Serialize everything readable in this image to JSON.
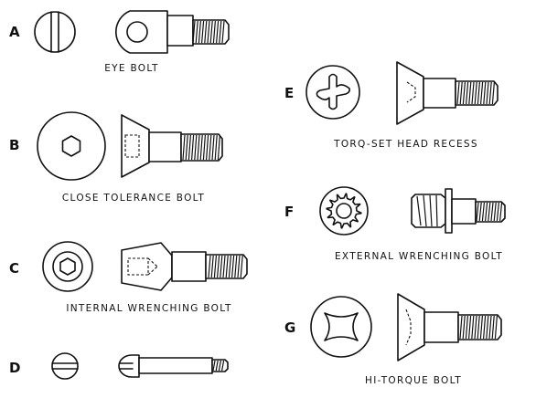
{
  "items": [
    {
      "letter": "A",
      "caption": "EYE BOLT"
    },
    {
      "letter": "B",
      "caption": "CLOSE TOLERANCE BOLT"
    },
    {
      "letter": "C",
      "caption": "INTERNAL WRENCHING BOLT"
    },
    {
      "letter": "D",
      "caption": ""
    },
    {
      "letter": "E",
      "caption": "TORQ-SET HEAD RECESS"
    },
    {
      "letter": "F",
      "caption": "EXTERNAL WRENCHING BOLT"
    },
    {
      "letter": "G",
      "caption": "HI-TORQUE BOLT"
    }
  ]
}
